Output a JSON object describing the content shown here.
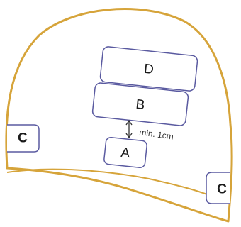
{
  "colors": {
    "outline": "#d6a43a",
    "zone_border": "#5a5aa0",
    "zone_fill": "#ffffff",
    "arrow": "#333333"
  },
  "zones": {
    "d": {
      "label": "D"
    },
    "b": {
      "label": "B"
    },
    "a": {
      "label": "A"
    },
    "c_left": {
      "label": "C"
    },
    "c_right": {
      "label": "C"
    }
  },
  "spacing": {
    "label": "min. 1cm"
  }
}
